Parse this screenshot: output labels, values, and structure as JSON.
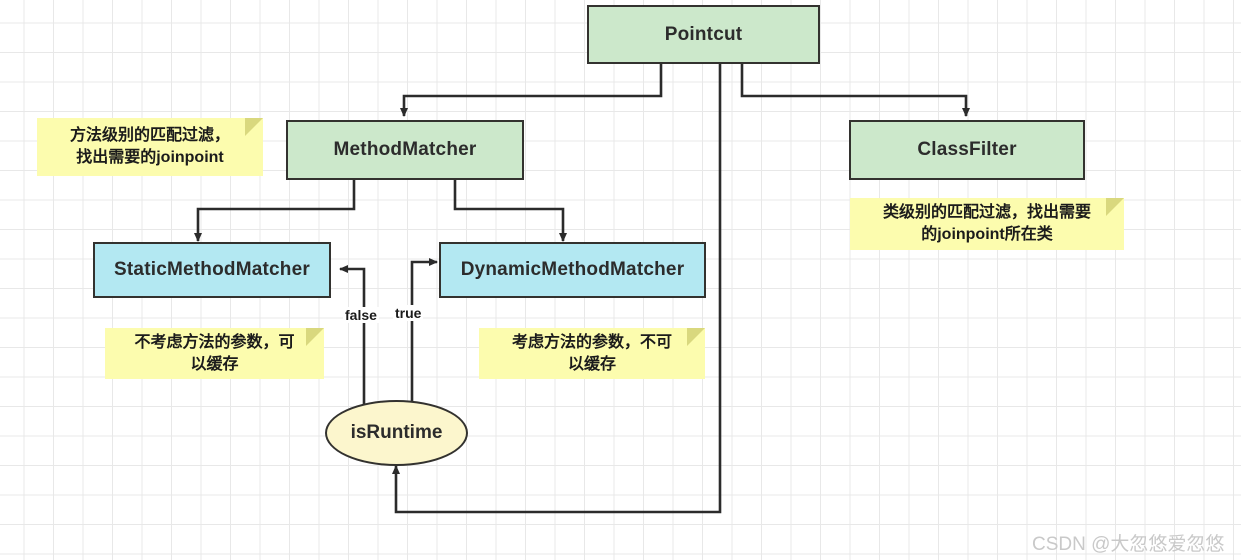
{
  "diagram": {
    "title_node": "Pointcut",
    "nodes": [
      {
        "id": "pointcut",
        "label": "Pointcut",
        "shape": "rect",
        "fill": "#cce8cb"
      },
      {
        "id": "methodmatcher",
        "label": "MethodMatcher",
        "shape": "rect",
        "fill": "#cce8cb"
      },
      {
        "id": "classfilter",
        "label": "ClassFilter",
        "shape": "rect",
        "fill": "#cce8cb"
      },
      {
        "id": "staticmethodmatcher",
        "label": "StaticMethodMatcher",
        "shape": "rect",
        "fill": "#b3e8f2"
      },
      {
        "id": "dynamicmethodmatcher",
        "label": "DynamicMethodMatcher",
        "shape": "rect",
        "fill": "#b3e8f2"
      },
      {
        "id": "isruntime",
        "label": "isRuntime",
        "shape": "ellipse",
        "fill": "#fcf6cd"
      }
    ],
    "notes": [
      {
        "id": "note-methodmatcher",
        "text": "方法级别的匹配过滤，\n找出需要的joinpoint",
        "fill": "#fcfcae"
      },
      {
        "id": "note-classfilter",
        "text": "类级别的匹配过滤，找出需要\n的joinpoint所在类",
        "fill": "#fcfcae"
      },
      {
        "id": "note-static",
        "text": "不考虑方法的参数，可\n以缓存",
        "fill": "#fcfcae"
      },
      {
        "id": "note-dynamic",
        "text": "考虑方法的参数，不可\n以缓存",
        "fill": "#fcfcae"
      }
    ],
    "edge_labels": {
      "false": "false",
      "true": "true"
    }
  },
  "watermark": {
    "text": "CSDN @大忽悠爱忽悠"
  }
}
